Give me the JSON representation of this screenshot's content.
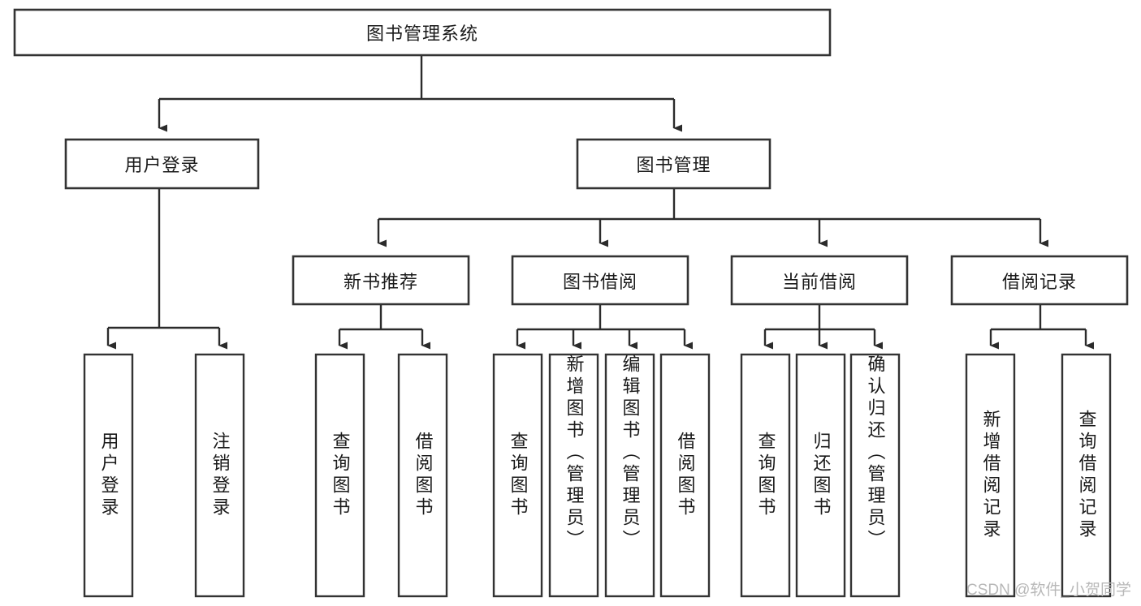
{
  "diagram": {
    "title": "图书管理系统",
    "type": "tree",
    "watermark": "CSDN @软件_小贺同学",
    "colors": {
      "box_stroke": "#333333",
      "box_fill": "#ffffff",
      "connector": "#2b2b2b",
      "text": "#1a1a1a",
      "background": "#ffffff",
      "watermark": "#b8b8b8"
    },
    "levels": {
      "root": {
        "label": "图书管理系统",
        "orientation": "horizontal"
      },
      "level2": [
        {
          "label": "用户登录",
          "orientation": "horizontal"
        },
        {
          "label": "图书管理",
          "orientation": "horizontal"
        }
      ],
      "level3": [
        {
          "label": "新书推荐",
          "orientation": "horizontal"
        },
        {
          "label": "图书借阅",
          "orientation": "horizontal"
        },
        {
          "label": "当前借阅",
          "orientation": "horizontal"
        },
        {
          "label": "借阅记录",
          "orientation": "horizontal"
        }
      ],
      "leaves": {
        "user_login": [
          {
            "label": "用户登录",
            "orientation": "vertical"
          },
          {
            "label": "注销登录",
            "orientation": "vertical"
          }
        ],
        "new_book_recommend": [
          {
            "label": "查询图书",
            "orientation": "vertical"
          },
          {
            "label": "借阅图书",
            "orientation": "vertical"
          }
        ],
        "book_borrow": [
          {
            "label": "查询图书",
            "orientation": "vertical"
          },
          {
            "label": "新增图书（管理员）",
            "orientation": "vertical"
          },
          {
            "label": "编辑图书（管理员）",
            "orientation": "vertical"
          },
          {
            "label": "借阅图书",
            "orientation": "vertical"
          }
        ],
        "current_borrow": [
          {
            "label": "查询图书",
            "orientation": "vertical"
          },
          {
            "label": "归还图书",
            "orientation": "vertical"
          },
          {
            "label": "确认归还（管理员）",
            "orientation": "vertical"
          }
        ],
        "borrow_record": [
          {
            "label": "新增借阅记录",
            "orientation": "vertical"
          },
          {
            "label": "查询借阅记录",
            "orientation": "vertical"
          }
        ]
      }
    }
  }
}
